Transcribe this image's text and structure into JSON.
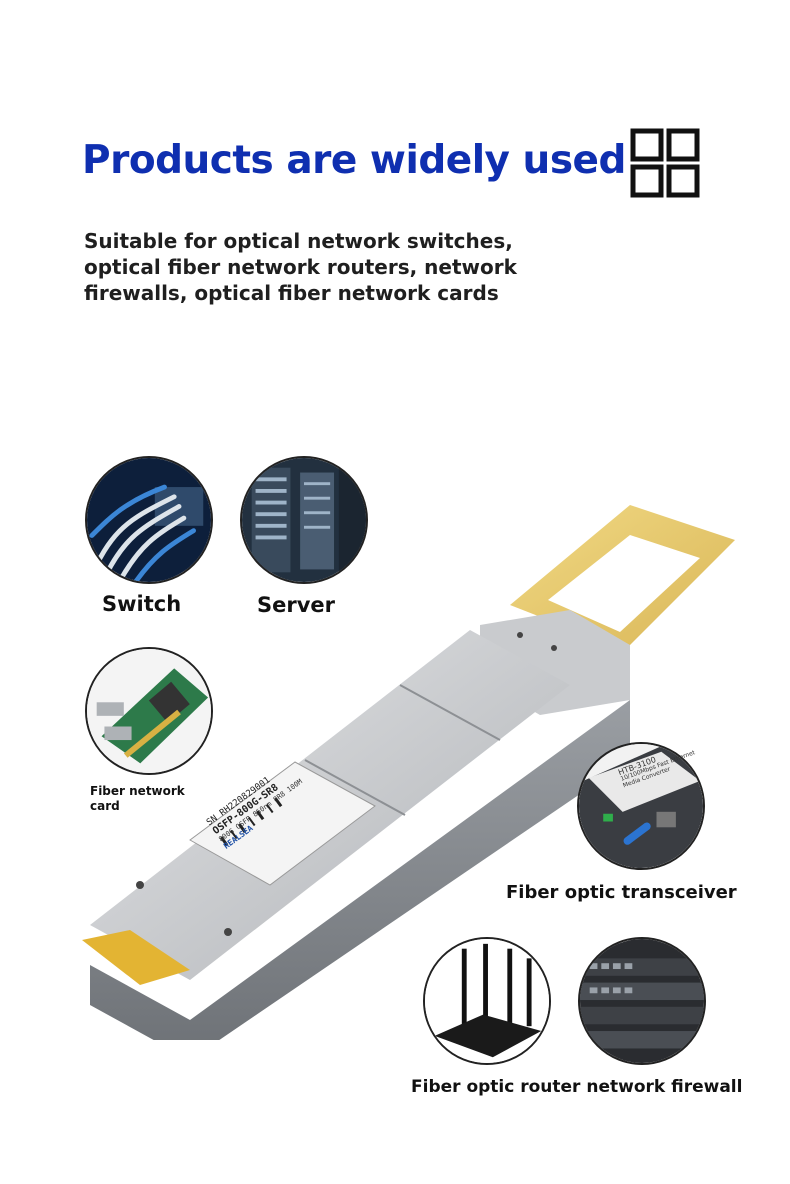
{
  "header": {
    "title": "Products are widely used",
    "description": "Suitable for optical network switches, optical fiber network routers, network firewalls, optical fiber network cards"
  },
  "applications": {
    "switch": "Switch",
    "server": "Server",
    "network_card": "Fiber network card",
    "transceiver": "Fiber optic transceiver",
    "router_firewall": "Fiber optic router network firewall"
  },
  "module_label": {
    "sn": "SN RH220829001",
    "model": "OSFP-800G-SR8",
    "spec": "800G OSFP 850nm 8R8 100M",
    "brand": "REALSEA"
  },
  "transceiver_device": {
    "model": "HTB-3100",
    "text": "10/100Mbps Fast Ethernet Media Converter"
  },
  "icons": {
    "grid": "grid-icon"
  },
  "colors": {
    "title": "#0f2fb0",
    "text": "#1f1f1f",
    "tab": "#e8c96a",
    "metal": "#c4c6c9"
  }
}
